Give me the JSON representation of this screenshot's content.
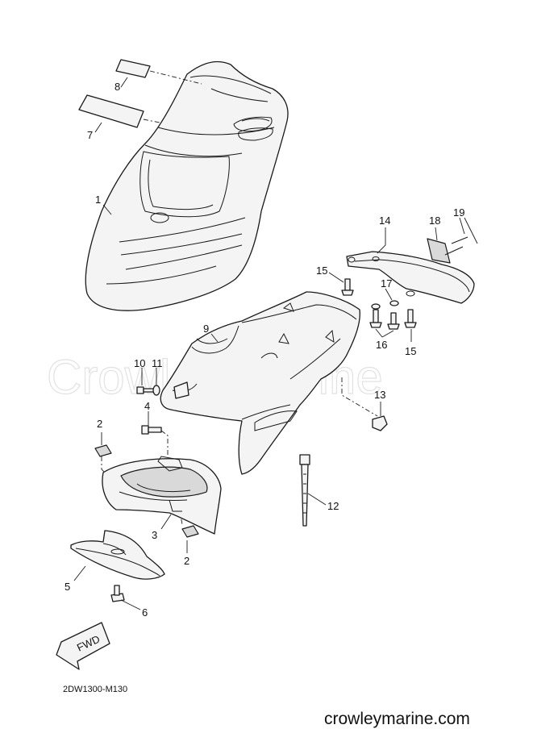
{
  "watermark": "Crowley Marine",
  "drawing_code": "2DW1300-M130",
  "site": "crowleymarine.com",
  "fwd_label": "FWD",
  "callouts": {
    "c1": "1",
    "c2a": "2",
    "c2b": "2",
    "c3": "3",
    "c4": "4",
    "c5": "5",
    "c6": "6",
    "c7": "7",
    "c8": "8",
    "c9": "9",
    "c10": "10",
    "c11": "11",
    "c12": "12",
    "c13": "13",
    "c14": "14",
    "c15a": "15",
    "c15b": "15",
    "c16": "16",
    "c17": "17",
    "c18": "18",
    "c19": "19"
  }
}
